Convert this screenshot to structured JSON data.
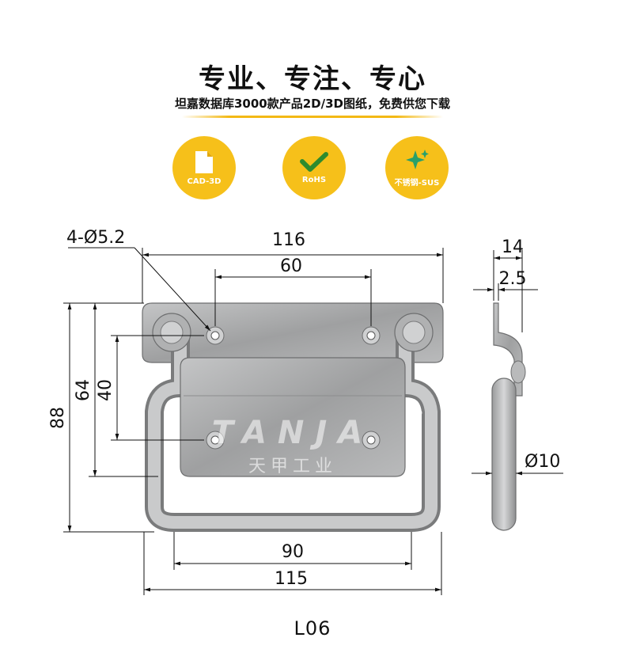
{
  "header": {
    "headline": "专业、专注、专心",
    "subline": "坦嘉数据库3000款产品2D/3D图纸，免费供您下载"
  },
  "badges": [
    {
      "label": "CAD-3D",
      "icon": "document-icon"
    },
    {
      "label": "RoHS",
      "icon": "checkmark-icon"
    },
    {
      "label": "不锈钢-SUS",
      "icon": "sparkle-icon"
    }
  ],
  "drawing": {
    "dimensions": {
      "holes": "4-Ø5.2",
      "overall_width": "116",
      "hole_spacing_x": "60",
      "overall_height": "88",
      "mount_height": "64",
      "hole_spacing_y": "40",
      "handle_inner": "90",
      "handle_outer": "115",
      "side_depth": "14",
      "plate_thickness": "2.5",
      "rod_diameter": "Ø10"
    },
    "watermark": {
      "brand": "TANJA",
      "company": "天甲工业",
      "registered": "®"
    }
  },
  "model": "L06",
  "colors": {
    "accent": "#f6c01a",
    "steel": "#a9aaab"
  }
}
